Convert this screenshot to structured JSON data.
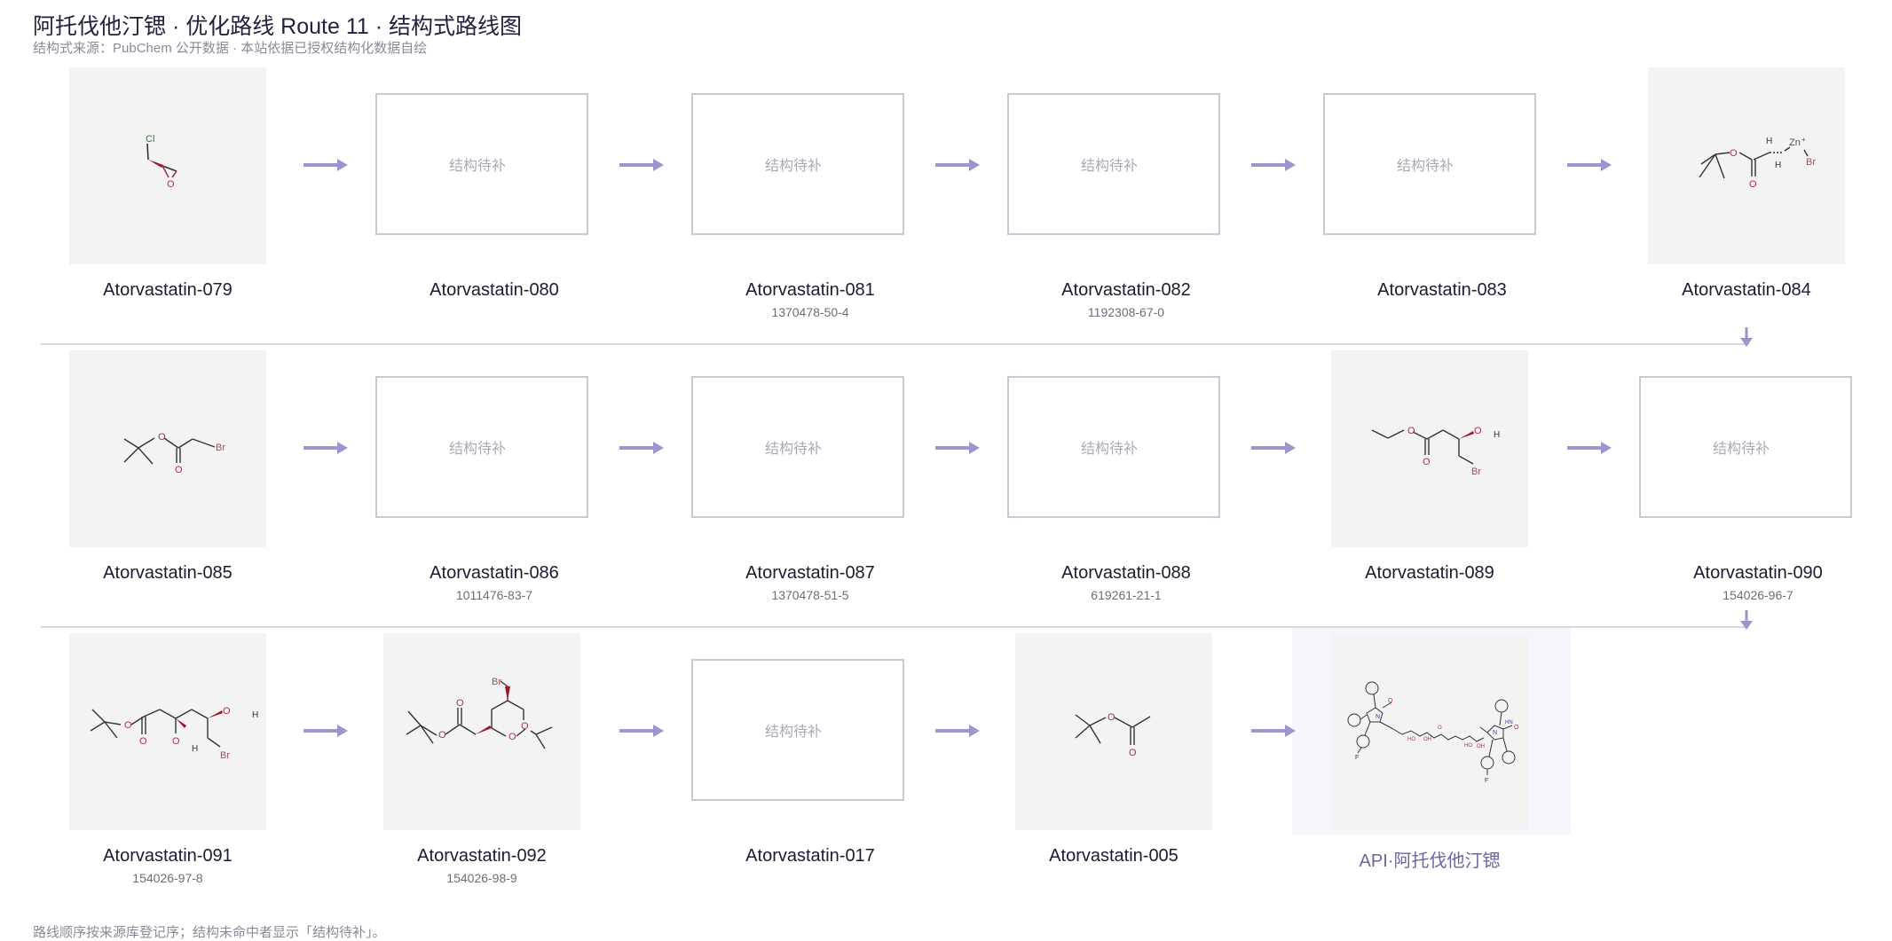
{
  "header": {
    "title": "阿托伐他汀锶 · 优化路线 Route 11 · 结构式路线图",
    "subtitle": "结构式来源：PubChem 公开数据 · 本站依据已授权结构化数据自绘"
  },
  "placeholder_text": "结构待补",
  "footer": "路线顺序按来源库登记序；结构未命中者显示「结构待补」。",
  "colors": {
    "arrow": "#9b97cc",
    "panel": "#f3f3f4",
    "placeholder_border": "#c9c8d6",
    "api": "#6a67a0"
  },
  "rows": [
    {
      "nodes": [
        {
          "name": "Atorvastatin-079",
          "cas": "",
          "structure": "epichlorohydrin"
        },
        {
          "name": "Atorvastatin-080",
          "cas": "",
          "structure": "placeholder"
        },
        {
          "name": "Atorvastatin-081",
          "cas": "1370478-50-4",
          "structure": "placeholder"
        },
        {
          "name": "Atorvastatin-082",
          "cas": "1192308-67-0",
          "structure": "placeholder"
        },
        {
          "name": "Atorvastatin-083",
          "cas": "",
          "structure": "placeholder"
        },
        {
          "name": "Atorvastatin-084",
          "cas": "",
          "structure": "zinc-reagent"
        }
      ]
    },
    {
      "nodes": [
        {
          "name": "Atorvastatin-085",
          "cas": "",
          "structure": "tbutyl-bromoacetate"
        },
        {
          "name": "Atorvastatin-086",
          "cas": "1011476-83-7",
          "structure": "placeholder"
        },
        {
          "name": "Atorvastatin-087",
          "cas": "1370478-51-5",
          "structure": "placeholder"
        },
        {
          "name": "Atorvastatin-088",
          "cas": "619261-21-1",
          "structure": "placeholder"
        },
        {
          "name": "Atorvastatin-089",
          "cas": "",
          "structure": "ethyl-bromohydroxybutanoate"
        },
        {
          "name": "Atorvastatin-090",
          "cas": "154026-96-7",
          "structure": "placeholder"
        }
      ]
    },
    {
      "nodes": [
        {
          "name": "Atorvastatin-091",
          "cas": "154026-97-8",
          "structure": "diol-ester"
        },
        {
          "name": "Atorvastatin-092",
          "cas": "154026-98-9",
          "structure": "acetonide"
        },
        {
          "name": "Atorvastatin-017",
          "cas": "",
          "structure": "placeholder"
        },
        {
          "name": "Atorvastatin-005",
          "cas": "",
          "structure": "tbutyl-acetate"
        },
        {
          "name": "API·阿托伐他汀锶",
          "cas": "",
          "structure": "api"
        }
      ]
    }
  ],
  "atom_labels": {
    "cl": "Cl",
    "o": "O",
    "br": "Br",
    "zn": "Zn",
    "h": "H",
    "plus": "+",
    "n": "N",
    "f": "F",
    "ho": "HO",
    "oh": "OH",
    "nh": "HN"
  }
}
